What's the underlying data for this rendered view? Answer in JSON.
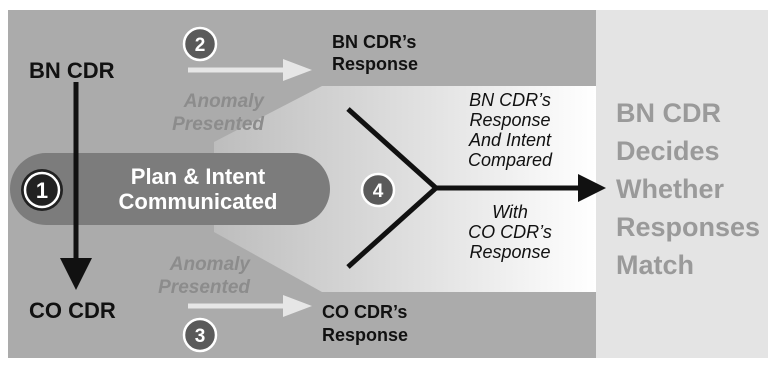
{
  "diagram": {
    "bn_cdr_label": "BN CDR",
    "co_cdr_label": "CO CDR",
    "step1": {
      "number": "1",
      "label_line1": "Plan & Intent",
      "label_line2": "Communicated"
    },
    "step2": {
      "number": "2"
    },
    "step3": {
      "number": "3"
    },
    "step4": {
      "number": "4"
    },
    "bn_response": {
      "line1": "BN CDR’s",
      "line2": "Response"
    },
    "co_response": {
      "line1": "CO CDR’s",
      "line2": "Response"
    },
    "anomaly_top": {
      "line1": "Anomaly",
      "line2": "Presented"
    },
    "anomaly_bottom": {
      "line1": "Anomaly",
      "line2": "Presented"
    },
    "comparison": {
      "line1": "BN CDR’s",
      "line2": "Response",
      "line3": "And Intent",
      "line4": "Compared",
      "line5": "With",
      "line6": "CO CDR’s",
      "line7": "Response"
    },
    "decision": {
      "line1": "BN CDR",
      "line2": "Decides",
      "line3": "Whether",
      "line4": "Responses",
      "line5": "Match"
    },
    "colors": {
      "dark_panel": "#ababab",
      "right_panel": "#e4e4e4",
      "pill": "#7c7c7c",
      "circle": "#4a4a4a",
      "arrow_light": "#e6e6e6",
      "text_gray": "#8c8c8c",
      "decision_text": "#9a9a9a"
    }
  }
}
